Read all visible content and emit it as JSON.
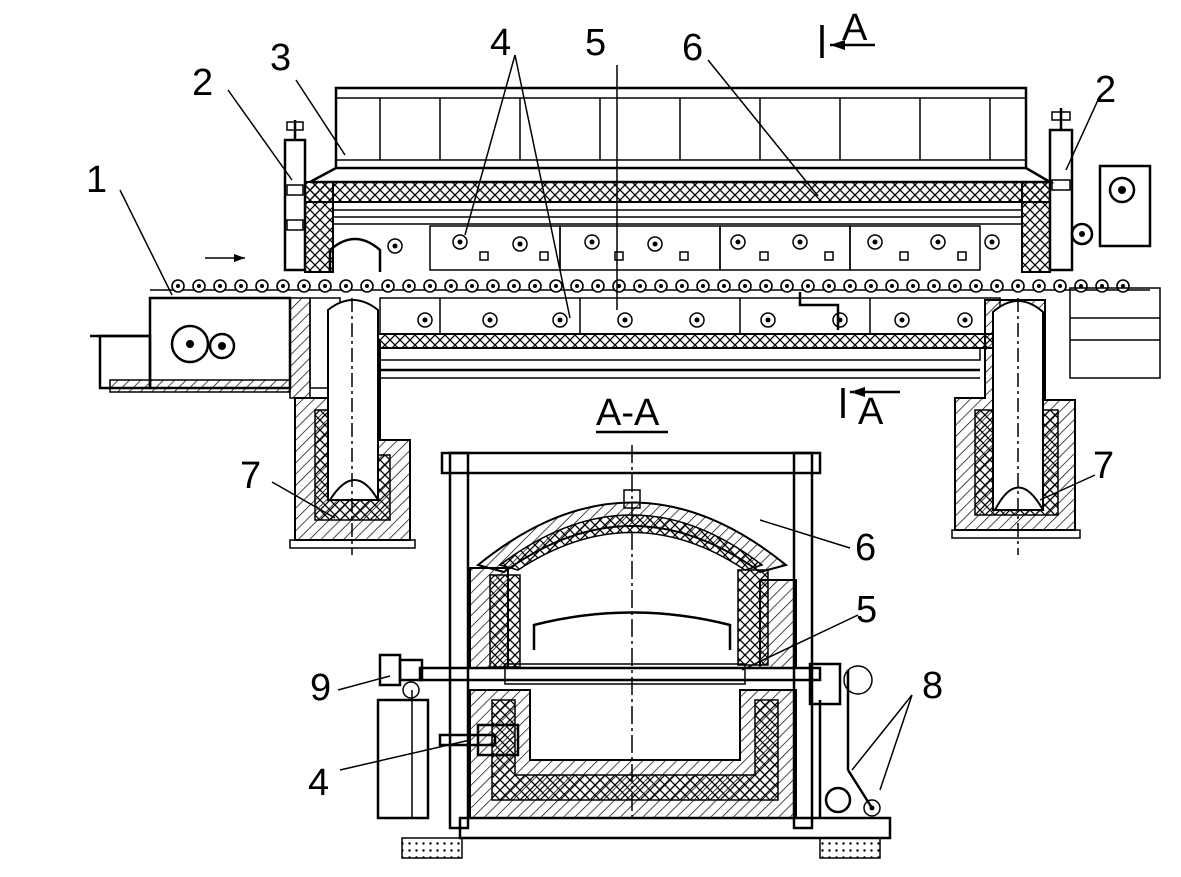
{
  "labels": {
    "l1": "1",
    "l2a": "2",
    "l2b": "2",
    "l3": "3",
    "l4a": "4",
    "l4b": "4",
    "l5a": "5",
    "l5b": "5",
    "l6a": "6",
    "l6b": "6",
    "l7a": "7",
    "l7b": "7",
    "l8": "8",
    "l9": "9"
  },
  "section": {
    "top_marker": "A",
    "bottom_marker": "A",
    "title": "A-A"
  },
  "colors": {
    "ink": "#000000",
    "paper": "#ffffff"
  }
}
